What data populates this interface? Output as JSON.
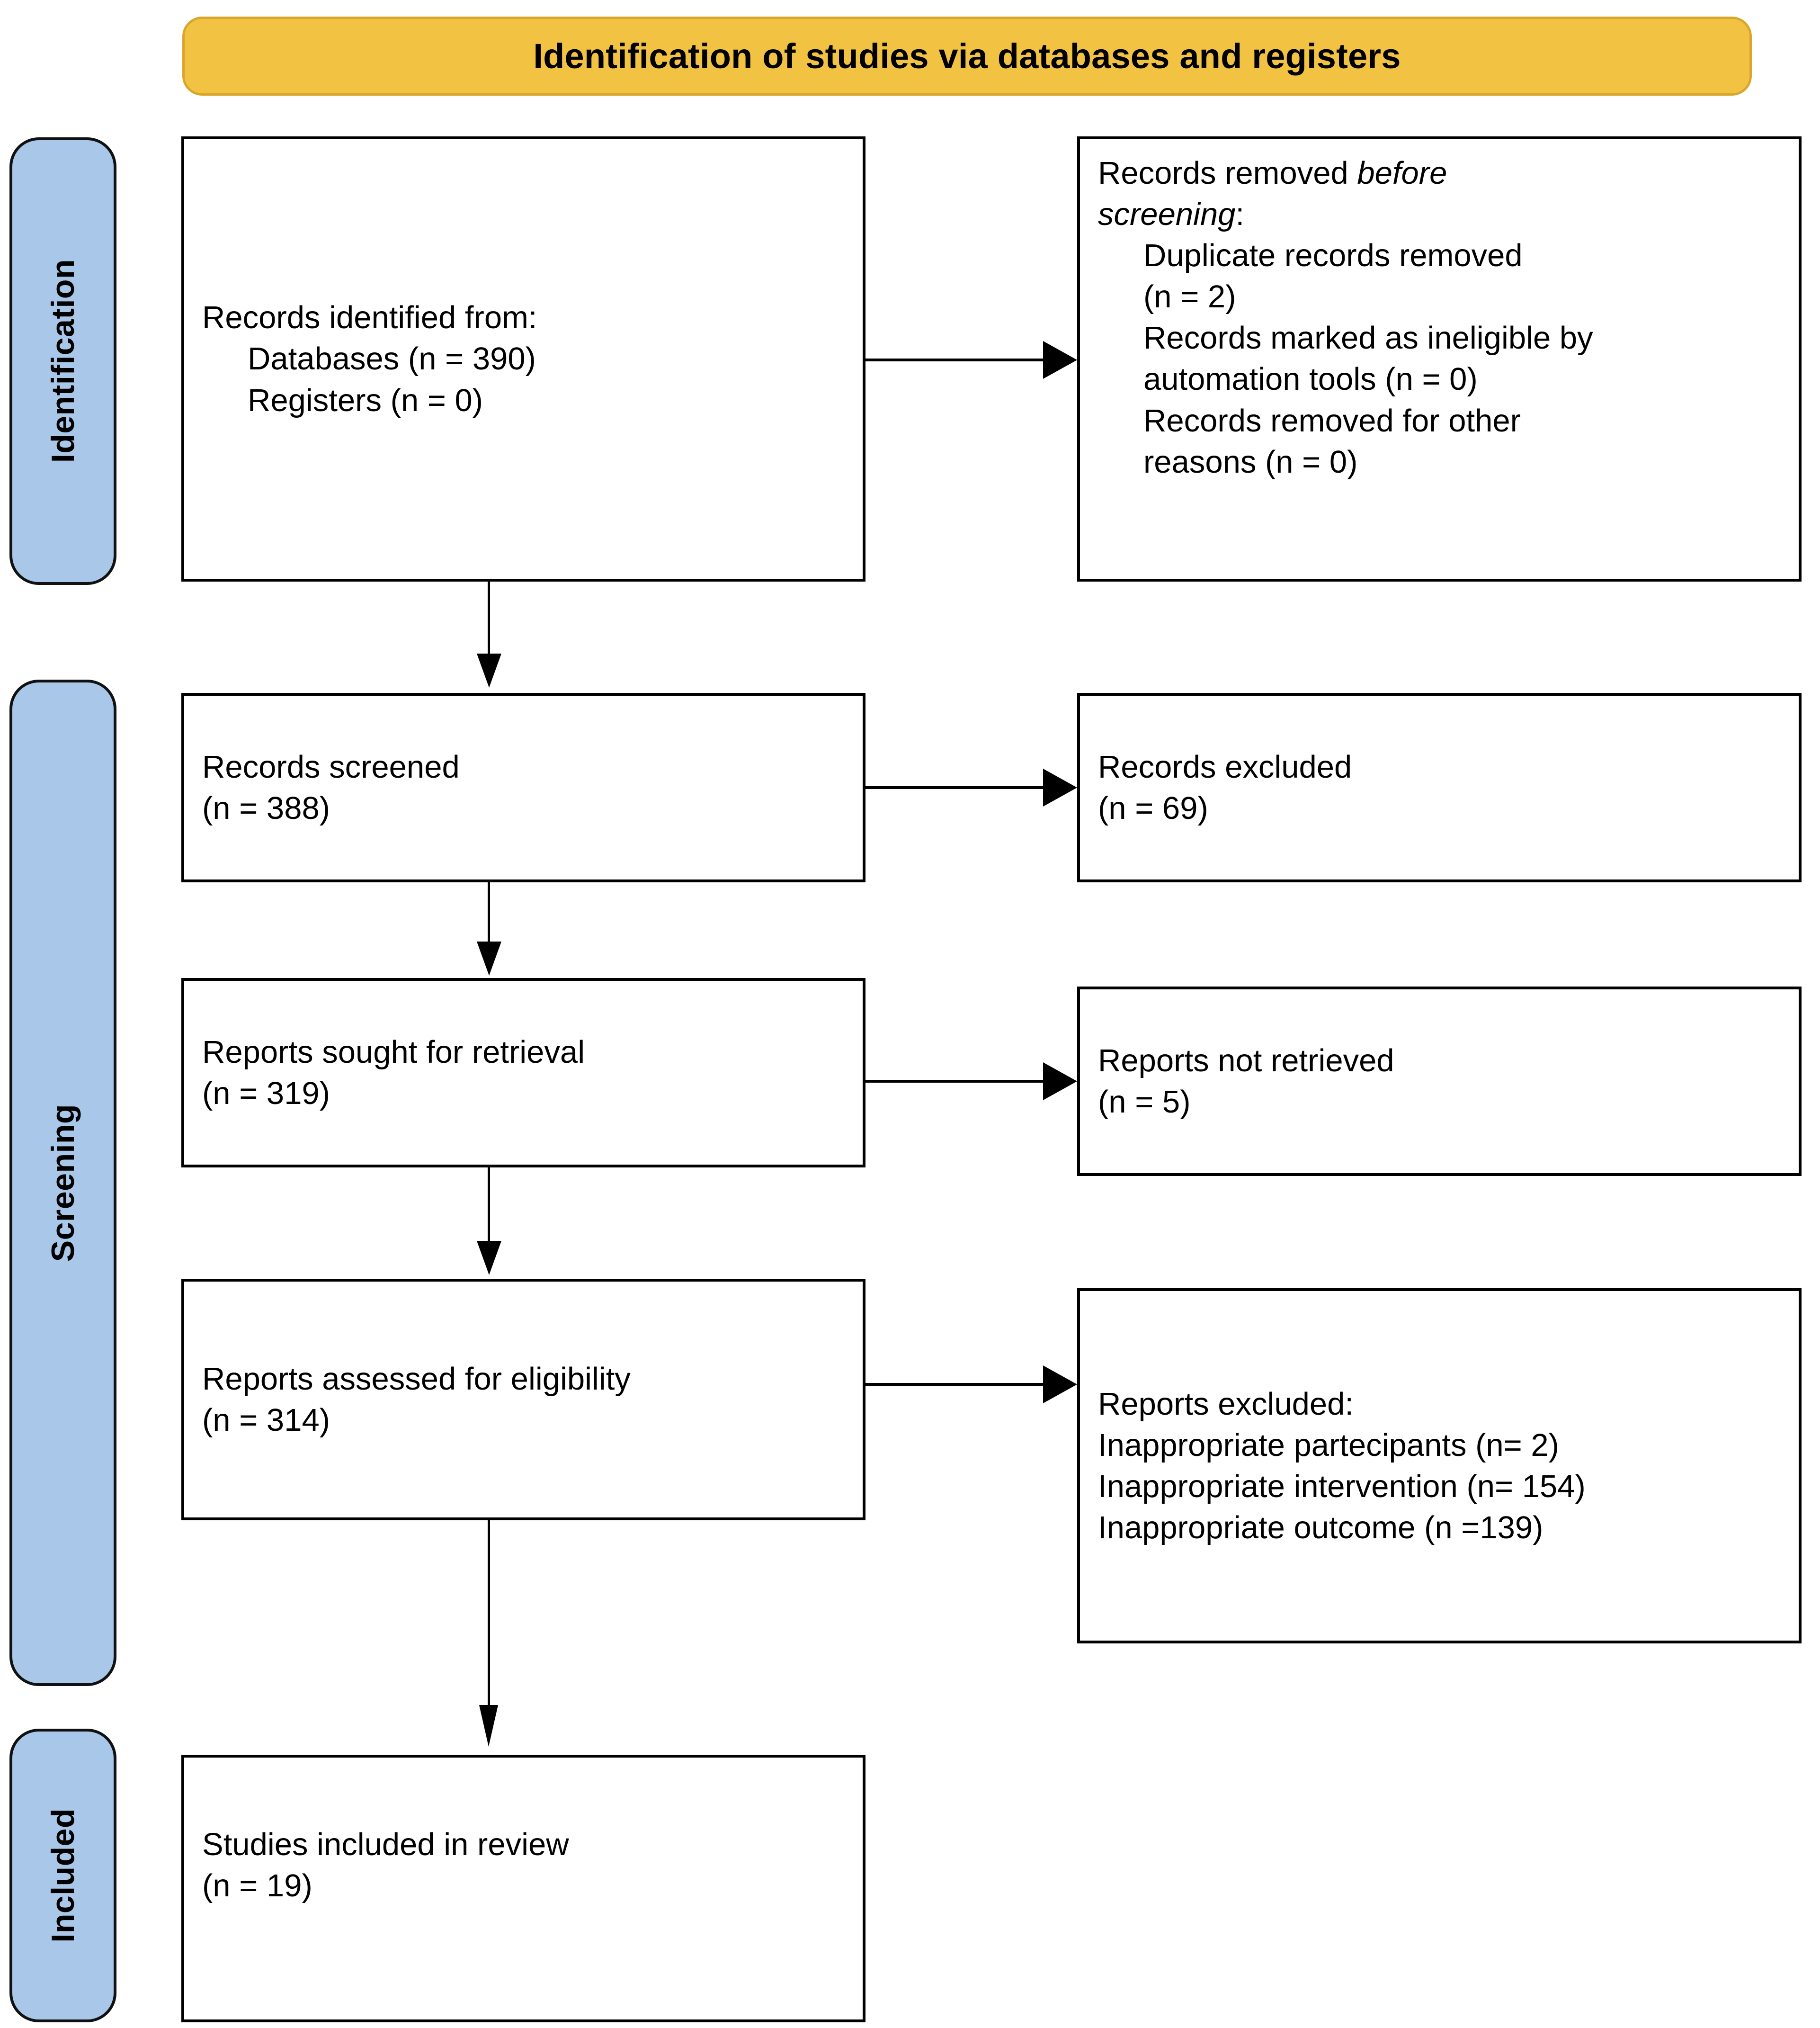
{
  "banner": {
    "title": "Identification of studies via databases and registers"
  },
  "colors": {
    "banner_fill": "#f2c243",
    "banner_border": "#d9a62c",
    "stage_fill": "#a9c8e9",
    "box_border": "#000000",
    "page_background": "#ffffff"
  },
  "stages": [
    {
      "key": "identification",
      "label": "Identification"
    },
    {
      "key": "screening",
      "label": "Screening"
    },
    {
      "key": "included",
      "label": "Included"
    }
  ],
  "boxes": {
    "records_identified": {
      "lines": [
        {
          "text": "Records identified from:",
          "indent": false
        },
        {
          "text": "Databases (n = 390)",
          "indent": true
        },
        {
          "text": "Registers (n = 0)",
          "indent": true
        }
      ]
    },
    "records_removed": {
      "lines": [
        {
          "text": "Records removed ",
          "italic": "before",
          "indent": false
        },
        {
          "italic": "screening",
          "text": ":",
          "indent": false
        },
        {
          "text": "Duplicate records removed",
          "indent": true
        },
        {
          "text": "(n = 2)",
          "indent": true
        },
        {
          "text": "Records marked as ineligible by",
          "indent": true
        },
        {
          "text": "automation tools (n = 0)",
          "indent": true
        },
        {
          "text": "Records removed for other",
          "indent": true
        },
        {
          "text": "reasons (n = 0)",
          "indent": true
        }
      ]
    },
    "records_screened": {
      "lines": [
        {
          "text": "Records screened",
          "indent": false
        },
        {
          "text": "(n = 388)",
          "indent": false
        }
      ]
    },
    "records_excluded": {
      "lines": [
        {
          "text": "Records excluded",
          "indent": false
        },
        {
          "text": "(n = 69)",
          "indent": false
        }
      ]
    },
    "reports_sought": {
      "lines": [
        {
          "text": "Reports sought for retrieval",
          "indent": false
        },
        {
          "text": "(n = 319)",
          "indent": false
        }
      ]
    },
    "reports_not_retrieved": {
      "lines": [
        {
          "text": "Reports not retrieved",
          "indent": false
        },
        {
          "text": "(n = 5)",
          "indent": false
        }
      ]
    },
    "reports_assessed": {
      "lines": [
        {
          "text": "Reports assessed for eligibility",
          "indent": false
        },
        {
          "text": "(n = 314)",
          "indent": false
        }
      ]
    },
    "reports_excluded": {
      "lines": [
        {
          "text": "Reports excluded:",
          "indent": false
        },
        {
          "text": "Inappropriate partecipants (n= 2)",
          "indent": false
        },
        {
          "text": "Inappropriate intervention (n= 154)",
          "indent": false
        },
        {
          "text": "Inappropriate outcome (n =139)",
          "indent": false
        }
      ]
    },
    "studies_included": {
      "lines": [
        {
          "text": "Studies included in review",
          "indent": false
        },
        {
          "text": "(n = 19)",
          "indent": false
        }
      ]
    }
  },
  "chart_data": {
    "type": "diagram",
    "title": "Identification of studies via databases and registers",
    "nodes": [
      {
        "id": "records_identified",
        "stage": "Identification",
        "column": "left",
        "label": "Records identified from: Databases (n = 390) Registers (n = 0)",
        "n": {
          "databases": 390,
          "registers": 0
        }
      },
      {
        "id": "records_removed",
        "stage": "Identification",
        "column": "right",
        "label": "Records removed before screening",
        "n": {
          "duplicates": 2,
          "ineligible_automation": 0,
          "other_reasons": 0
        }
      },
      {
        "id": "records_screened",
        "stage": "Screening",
        "column": "left",
        "label": "Records screened",
        "n": 388
      },
      {
        "id": "records_excluded",
        "stage": "Screening",
        "column": "right",
        "label": "Records excluded",
        "n": 69
      },
      {
        "id": "reports_sought",
        "stage": "Screening",
        "column": "left",
        "label": "Reports sought for retrieval",
        "n": 319
      },
      {
        "id": "reports_not_retrieved",
        "stage": "Screening",
        "column": "right",
        "label": "Reports not retrieved",
        "n": 5
      },
      {
        "id": "reports_assessed",
        "stage": "Screening",
        "column": "left",
        "label": "Reports assessed for eligibility",
        "n": 314
      },
      {
        "id": "reports_excluded",
        "stage": "Screening",
        "column": "right",
        "label": "Reports excluded",
        "n": {
          "inappropriate_partecipants": 2,
          "inappropriate_intervention": 154,
          "inappropriate_outcome": 139
        }
      },
      {
        "id": "studies_included",
        "stage": "Included",
        "column": "left",
        "label": "Studies included in review",
        "n": 19
      }
    ],
    "edges": [
      {
        "from": "records_identified",
        "to": "records_removed",
        "direction": "right"
      },
      {
        "from": "records_identified",
        "to": "records_screened",
        "direction": "down"
      },
      {
        "from": "records_screened",
        "to": "records_excluded",
        "direction": "right"
      },
      {
        "from": "records_screened",
        "to": "reports_sought",
        "direction": "down"
      },
      {
        "from": "reports_sought",
        "to": "reports_not_retrieved",
        "direction": "right"
      },
      {
        "from": "reports_sought",
        "to": "reports_assessed",
        "direction": "down"
      },
      {
        "from": "reports_assessed",
        "to": "reports_excluded",
        "direction": "right"
      },
      {
        "from": "reports_assessed",
        "to": "studies_included",
        "direction": "down"
      }
    ]
  }
}
